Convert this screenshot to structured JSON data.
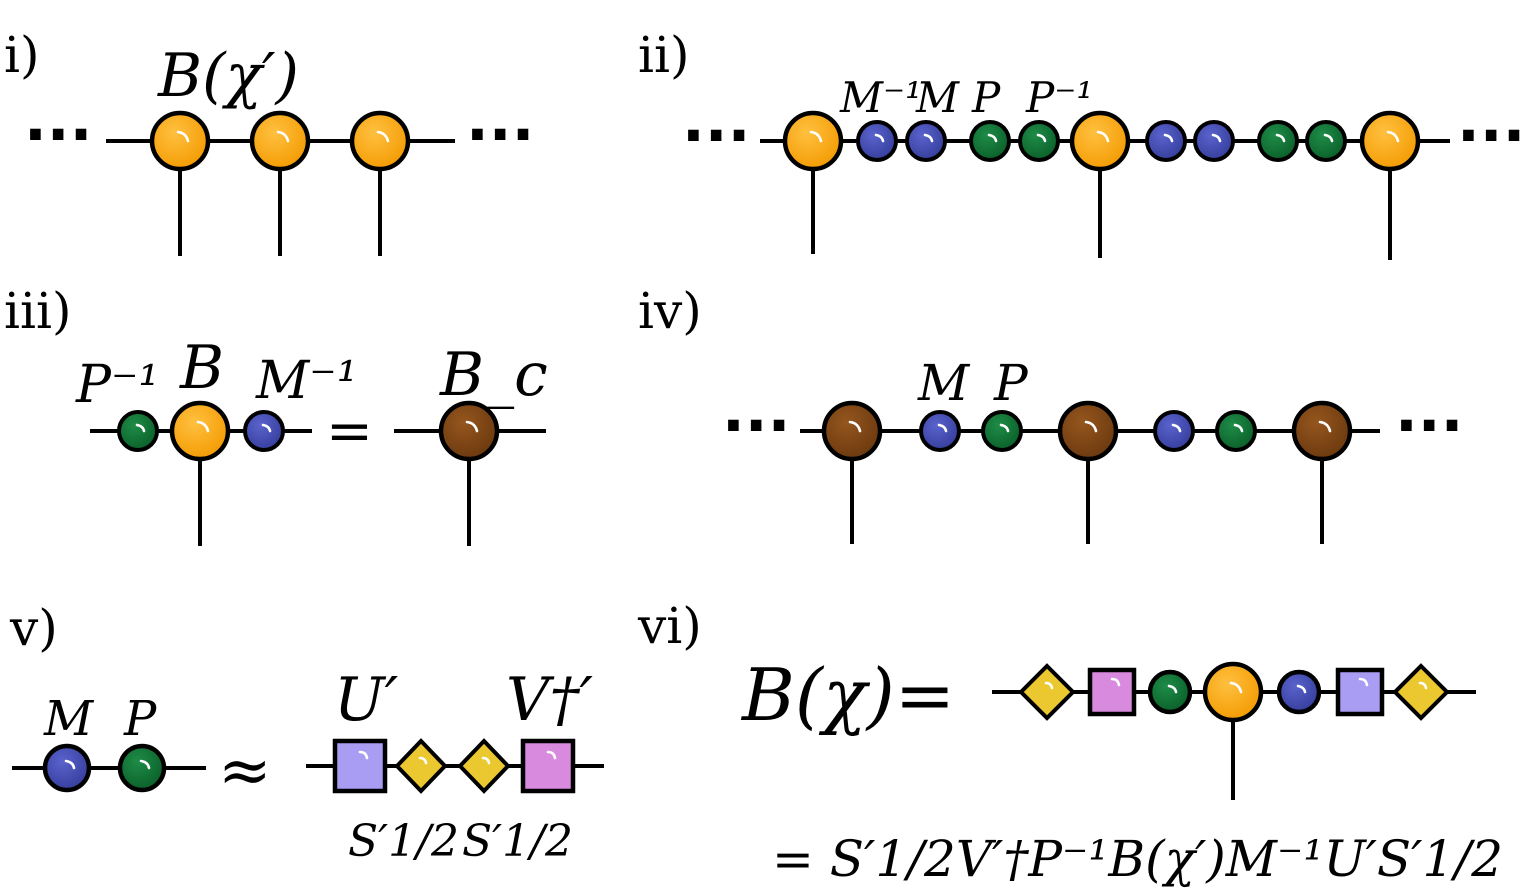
{
  "colors": {
    "orange": "#F7A10A",
    "blue": "#4048AE",
    "green": "#0E7233",
    "brown": "#7B4212",
    "lavender": "#A99CF3",
    "pink": "#D88BDE",
    "yellow": "#EBC82F",
    "line": "#000000"
  },
  "panels": {
    "i": {
      "label": "i)",
      "tensor_label": "B(χ′)",
      "ellipsis_left": "···",
      "ellipsis_right": "···"
    },
    "ii": {
      "label": "ii)",
      "labels": [
        "M⁻¹",
        "M",
        "P",
        "P⁻¹"
      ],
      "ellipsis_left": "···",
      "ellipsis_right": "···"
    },
    "iii": {
      "label": "iii)",
      "labels": [
        "P⁻¹",
        "B",
        "M⁻¹"
      ],
      "equals": "=",
      "result_label": "B_c"
    },
    "iv": {
      "label": "iv)",
      "labels": [
        "M",
        "P"
      ],
      "ellipsis_left": "···",
      "ellipsis_right": "···"
    },
    "v": {
      "label": "v)",
      "labels": [
        "M",
        "P"
      ],
      "approx": "≈",
      "u_label": "U′",
      "v_label": "V†′",
      "s_label": "S′1/2"
    },
    "vi": {
      "label": "vi)",
      "lhs": "B(χ)=",
      "equation": "= S′1/2V′†P⁻¹B(χ′)M⁻¹U′S′1/2"
    }
  }
}
